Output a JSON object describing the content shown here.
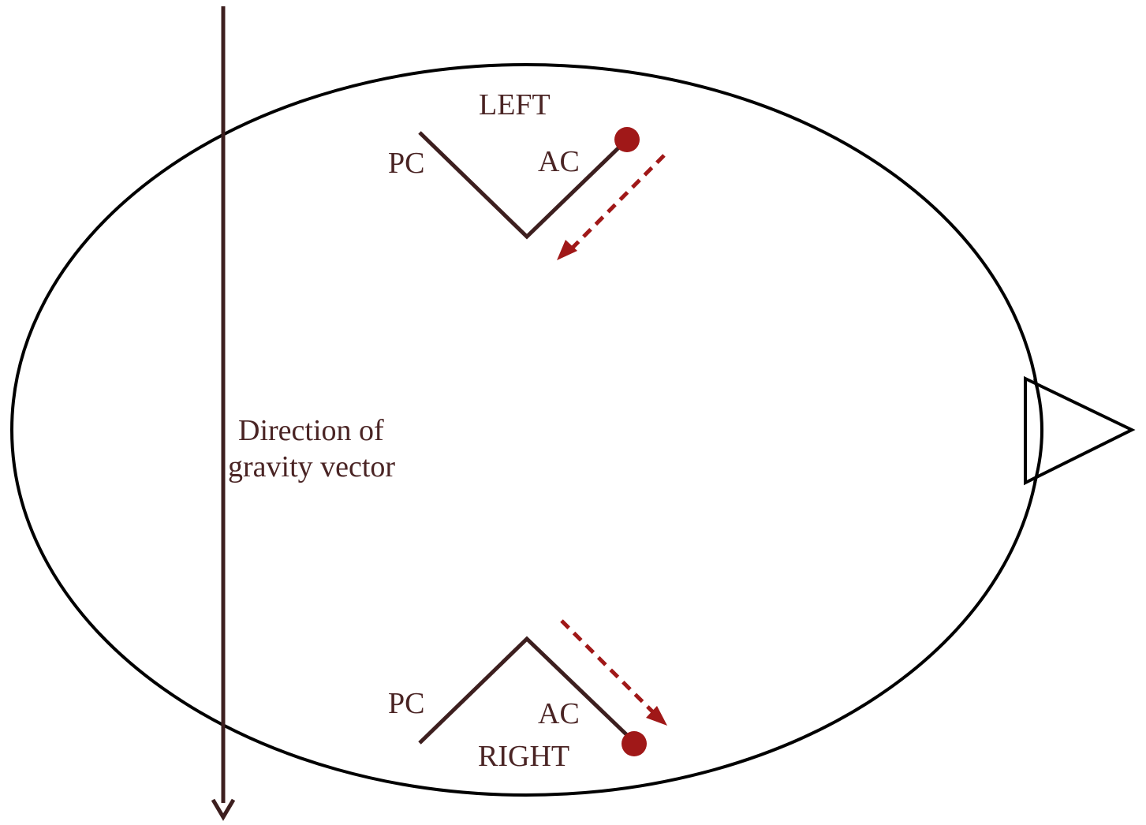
{
  "labels": {
    "left": "LEFT",
    "right": "RIGHT",
    "left_pc": "PC",
    "left_ac": "AC",
    "right_pc": "PC",
    "right_ac": "AC",
    "gravity_line1": "Direction of",
    "gravity_line2": "gravity vector"
  },
  "colors": {
    "outline": "#000000",
    "canal": "#3d1f1f",
    "gravity_arrow": "#3d1f1f",
    "otoconia": "#a01818",
    "movement_arrow": "#a01818",
    "text": "#4a2424"
  }
}
